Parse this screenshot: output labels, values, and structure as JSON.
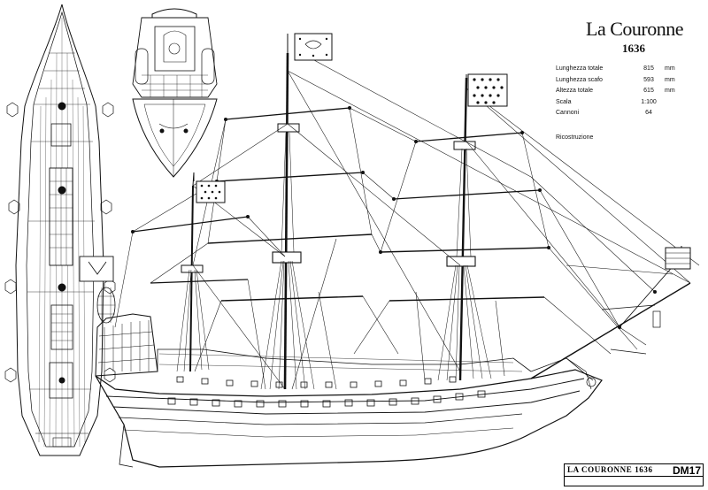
{
  "title": "La Couronne",
  "year": "1636",
  "specs": [
    {
      "label": "Lunghezza totale",
      "value": "815",
      "unit": "mm"
    },
    {
      "label": "Lunghezza scafo",
      "value": "593",
      "unit": "mm"
    },
    {
      "label": "Altezza totale",
      "value": "615",
      "unit": "mm"
    },
    {
      "label": "Scala",
      "value": "1:100",
      "unit": ""
    },
    {
      "label": "Cannoni",
      "value": "64",
      "unit": ""
    }
  ],
  "reconstruction_label": "Ricostruzione",
  "title_block": {
    "name": "LA COURONNE 1636",
    "code": "DM17"
  }
}
